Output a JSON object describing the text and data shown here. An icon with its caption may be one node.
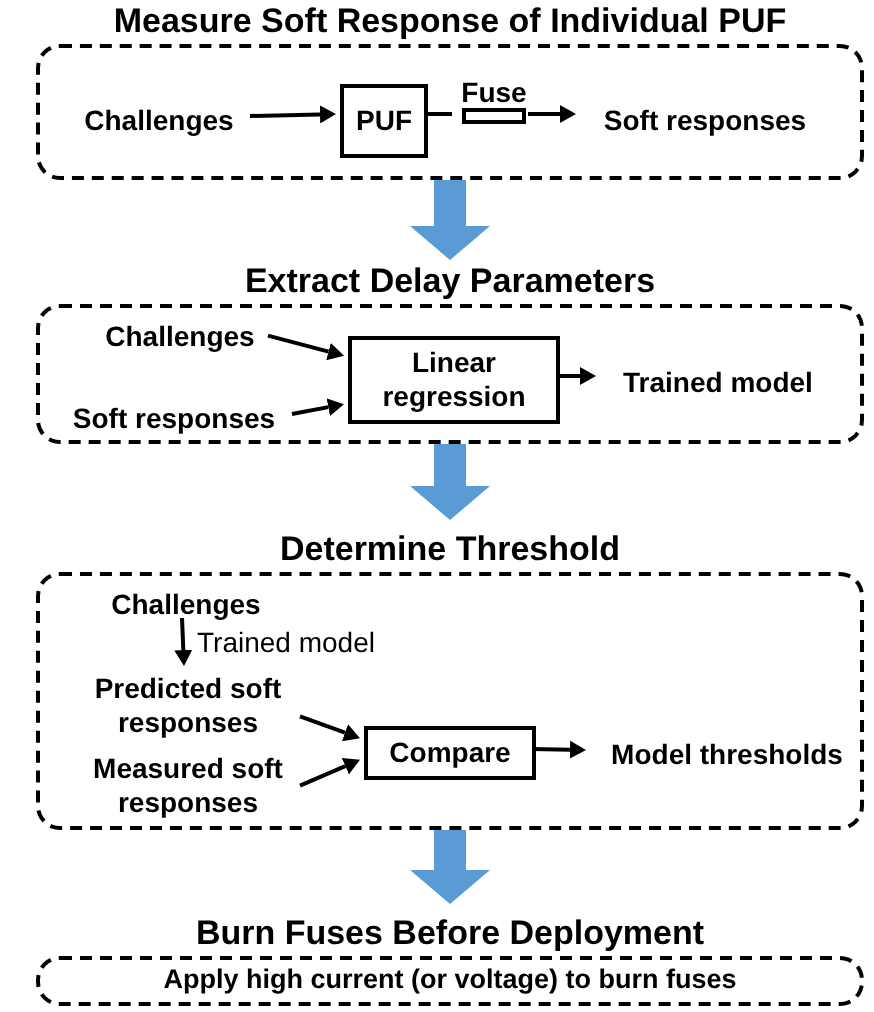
{
  "diagram": {
    "nodes": [
      {
        "text": [
          "Measure Soft Response of Individual PUF"
        ]
      },
      {
        "text": [
          "Challenges"
        ],
        "in": 0
      },
      {
        "text": [
          "PUF"
        ],
        "in": 0
      },
      {
        "text": [
          "Fuse"
        ],
        "in": 0
      },
      {
        "text": [
          "Soft responses"
        ],
        "in": 0
      },
      {
        "text": [
          "Extract Delay Parameters"
        ]
      },
      {
        "text": [
          "Challenges"
        ],
        "in": 5
      },
      {
        "text": [
          "Soft responses"
        ],
        "in": 5
      },
      {
        "text": [
          "Linear regression"
        ],
        "in": 5
      },
      {
        "text": [
          "Trained model"
        ],
        "in": 5
      },
      {
        "text": [
          "Determine Threshold"
        ]
      },
      {
        "text": [
          "Challenges"
        ],
        "in": 10
      },
      {
        "text": [
          "Predicted soft responses"
        ],
        "in": 10
      },
      {
        "text": [
          "Measured soft responses"
        ],
        "in": 10
      },
      {
        "text": [
          "Compare"
        ],
        "in": 10
      },
      {
        "text": [
          "Model thresholds"
        ],
        "in": 10
      },
      {
        "text": [
          "Burn Fuses Before Deployment",
          "Apply high current (or voltage) to burn fuses"
        ]
      }
    ],
    "edges": [
      {
        "from": 1,
        "to": 2,
        "arrow": "to"
      },
      {
        "from": 2,
        "to": 3,
        "arrow": "none"
      },
      {
        "from": 3,
        "to": 4,
        "arrow": "to"
      },
      {
        "from": 0,
        "to": 5,
        "arrow": "to",
        "style": "thick",
        "color": "#5b9bd5"
      },
      {
        "from": 6,
        "to": 8,
        "arrow": "to"
      },
      {
        "from": 7,
        "to": 8,
        "arrow": "to"
      },
      {
        "from": 8,
        "to": 9,
        "arrow": "to"
      },
      {
        "from": 5,
        "to": 10,
        "arrow": "to",
        "style": "thick",
        "color": "#5b9bd5"
      },
      {
        "from": 11,
        "to": 12,
        "arrow": "to",
        "label": "Trained model"
      },
      {
        "from": 12,
        "to": 14,
        "arrow": "to"
      },
      {
        "from": 13,
        "to": 14,
        "arrow": "to"
      },
      {
        "from": 14,
        "to": 15,
        "arrow": "to"
      },
      {
        "from": 10,
        "to": 16,
        "arrow": "to",
        "style": "thick",
        "color": "#5b9bd5"
      }
    ]
  }
}
